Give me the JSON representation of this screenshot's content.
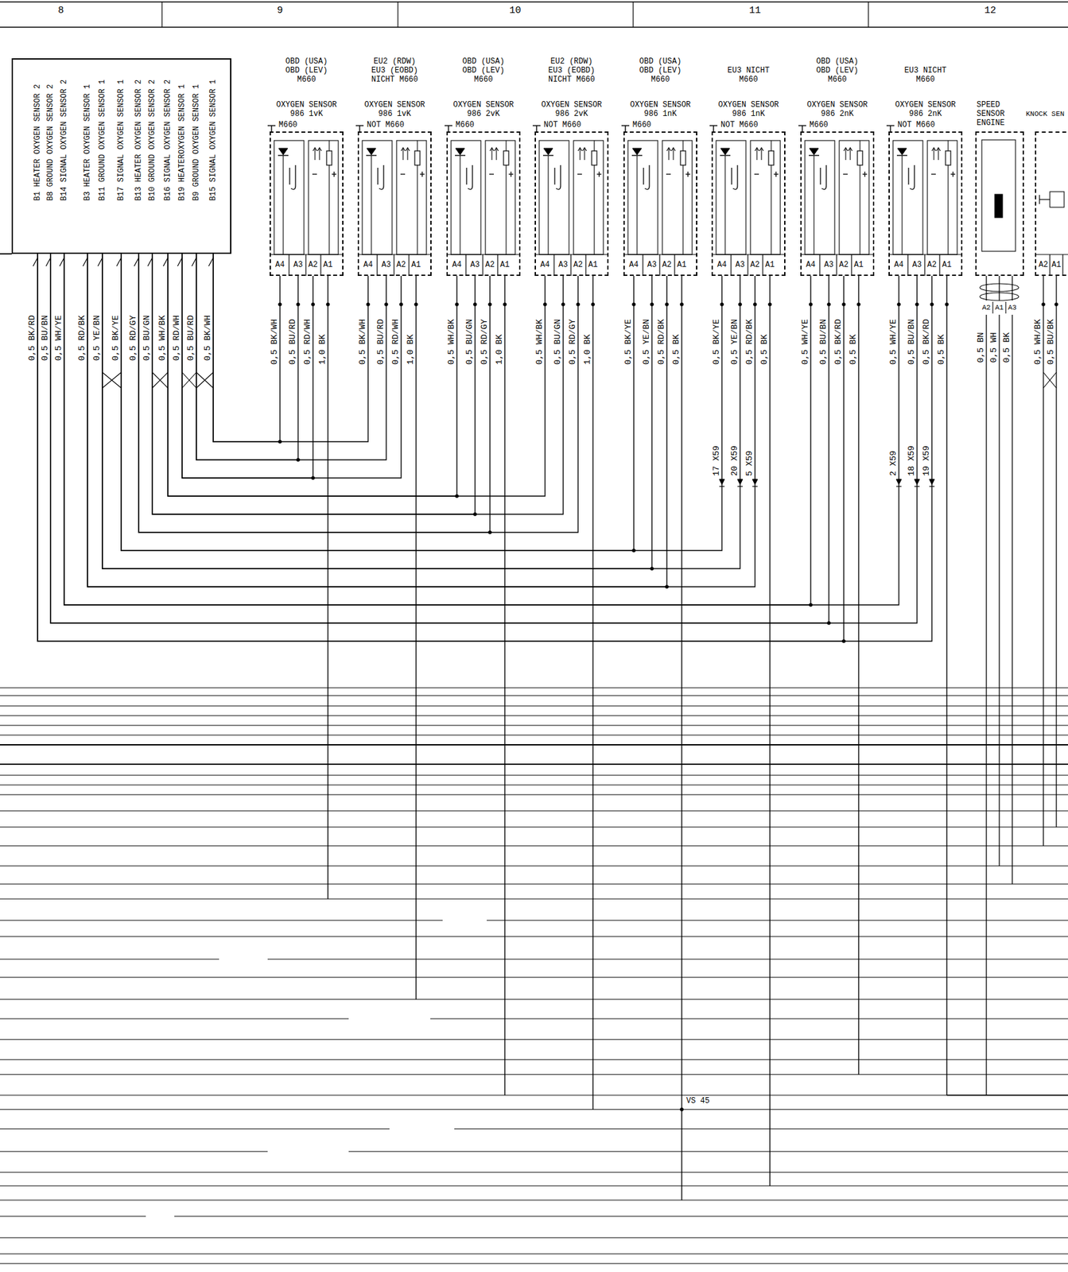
{
  "diagram": {
    "nodes": [
      {
        "text": [
          "B1 HEATER OXYGEN SENSOR 2",
          "B8 GROUND OXYGEN SENSOR 2",
          "B14 SIGNAL OXYGEN SENSOR 2",
          "B3 HEATER OXYGEN SENSOR 1",
          "B11 GROUND OXYGEN SENSOR 1",
          "B17 SIGNAL OXYGEN SENSOR 1",
          "B13 HEATER OXYGEN SENSOR 2",
          "B10 GROUND OXYGEN SENSOR 2",
          "B16 SIGNAL OXYGEN SENSOR 2",
          "B19 HEATEROXYGEN SENSOR 1",
          "B9 GROUND OXYGEN SENSOR 1",
          "B15 SIGNAL OXYGEN SENSOR 1"
        ]
      },
      {
        "text": [
          "OBD (USA) OBD (LEV) M660",
          "OXYGEN SENSOR 986 1vK",
          "M660"
        ]
      },
      {
        "text": [
          "EU2 (RDW) EU3 (EOBD) NICHT M660",
          "OXYGEN SENSOR 986 1vK",
          "NOT M660"
        ]
      },
      {
        "text": [
          "OBD (USA) OBD (LEV) M660",
          "OXYGEN SENSOR 986 2vK",
          "M660"
        ]
      },
      {
        "text": [
          "EU2 (RDW) EU3 (EOBD) NICHT M660",
          "OXYGEN SENSOR 986 2vK",
          "NOT M660"
        ]
      },
      {
        "text": [
          "OBD (USA) OBD (LEV) M660",
          "OXYGEN SENSOR 986 1nK",
          "M660"
        ]
      },
      {
        "text": [
          "EU3 NICHT M660",
          "OXYGEN SENSOR 986 1nK",
          "NOT M660"
        ]
      },
      {
        "text": [
          "OBD (USA) OBD (LEV) M660",
          "OXYGEN SENSOR 986 2nK",
          "M660"
        ]
      },
      {
        "text": [
          "EU3 NICHT M660",
          "OXYGEN SENSOR 986 2nK",
          "NOT M660"
        ]
      },
      {
        "text": [
          "SPEED SENSOR ENGINE"
        ]
      },
      {
        "text": [
          "KNOCK SEN"
        ]
      }
    ],
    "edges": [
      {
        "from": 0,
        "to": 7,
        "arrow": "none"
      },
      {
        "from": 0,
        "to": 8,
        "arrow": "none"
      },
      {
        "from": 0,
        "to": 7,
        "arrow": "none"
      },
      {
        "from": 0,
        "to": 8,
        "arrow": "none"
      },
      {
        "from": 0,
        "to": 7,
        "arrow": "none"
      },
      {
        "from": 0,
        "to": 8,
        "arrow": "none"
      },
      {
        "from": 0,
        "to": 5,
        "arrow": "none"
      },
      {
        "from": 0,
        "to": 6,
        "arrow": "none"
      },
      {
        "from": 0,
        "to": 5,
        "arrow": "none"
      },
      {
        "from": 0,
        "to": 6,
        "arrow": "none"
      },
      {
        "from": 0,
        "to": 5,
        "arrow": "none"
      },
      {
        "from": 0,
        "to": 6,
        "arrow": "none"
      },
      {
        "from": 0,
        "to": 3,
        "arrow": "none"
      },
      {
        "from": 0,
        "to": 4,
        "arrow": "none"
      },
      {
        "from": 0,
        "to": 3,
        "arrow": "none"
      },
      {
        "from": 0,
        "to": 4,
        "arrow": "none"
      },
      {
        "from": 0,
        "to": 3,
        "arrow": "none"
      },
      {
        "from": 0,
        "to": 4,
        "arrow": "none"
      },
      {
        "from": 0,
        "to": 1,
        "arrow": "none"
      },
      {
        "from": 0,
        "to": 2,
        "arrow": "none"
      },
      {
        "from": 0,
        "to": 1,
        "arrow": "none"
      },
      {
        "from": 0,
        "to": 2,
        "arrow": "none"
      },
      {
        "from": 0,
        "to": 1,
        "arrow": "none"
      },
      {
        "from": 0,
        "to": 2,
        "arrow": "none"
      }
    ],
    "labels": [
      "8",
      "9",
      "10",
      "11",
      "12",
      "0,5 BK/RD",
      "0,5 BU/BN",
      "0,5 WH/YE",
      "0,5 RD/BK",
      "0,5 YE/BN",
      "0,5 BK/YE",
      "0,5 RD/GY",
      "0,5 BU/GN",
      "0,5 WH/BK",
      "0,5 RD/WH",
      "0,5 BU/RD",
      "0,5 BK/WH",
      "0,5 BK/WH",
      "0,5 BU/RD",
      "0,5 RD/WH",
      "1,0 BK",
      "A4",
      "A3",
      "A2",
      "A1",
      "0,5 BK/WH",
      "0,5 BU/RD",
      "0,5 RD/WH",
      "1,0 BK",
      "A4",
      "A3",
      "A2",
      "A1",
      "0,5 WH/BK",
      "0,5 BU/GN",
      "0,5 RD/GY",
      "1,0 BK",
      "A4",
      "A3",
      "A2",
      "A1",
      "0,5 WH/BK",
      "0,5 BU/GN",
      "0,5 RD/GY",
      "1,0 BK",
      "A4",
      "A3",
      "A2",
      "A1",
      "0,5 BK/YE",
      "0,5 YE/BN",
      "0,5 RD/BK",
      "0,5 BK",
      "A4",
      "A3",
      "A2",
      "A1",
      "0,5 BK/YE",
      "0,5 YE/BN",
      "0,5 RD/BK",
      "0,5 BK",
      "A4",
      "A3",
      "A2",
      "A1",
      "17 X59",
      "20 X59",
      "5 X59",
      "0,5 WH/YE",
      "0,5 BU/BN",
      "0,5 BK/RD",
      "0,5 BK",
      "A4",
      "A3",
      "A2",
      "A1",
      "0,5 WH/YE",
      "0,5 BU/BN",
      "0,5 BK/RD",
      "0,5 BK",
      "A4",
      "A3",
      "A2",
      "A1",
      "2 X59",
      "18 X59",
      "19 X59",
      "A2",
      "A1",
      "A3",
      "0,5 BN",
      "0,5 WH",
      "0,5 BK",
      "A2",
      "A1",
      "0,5 WH/BK",
      "0,5 BU/BK",
      "VS 45"
    ]
  }
}
